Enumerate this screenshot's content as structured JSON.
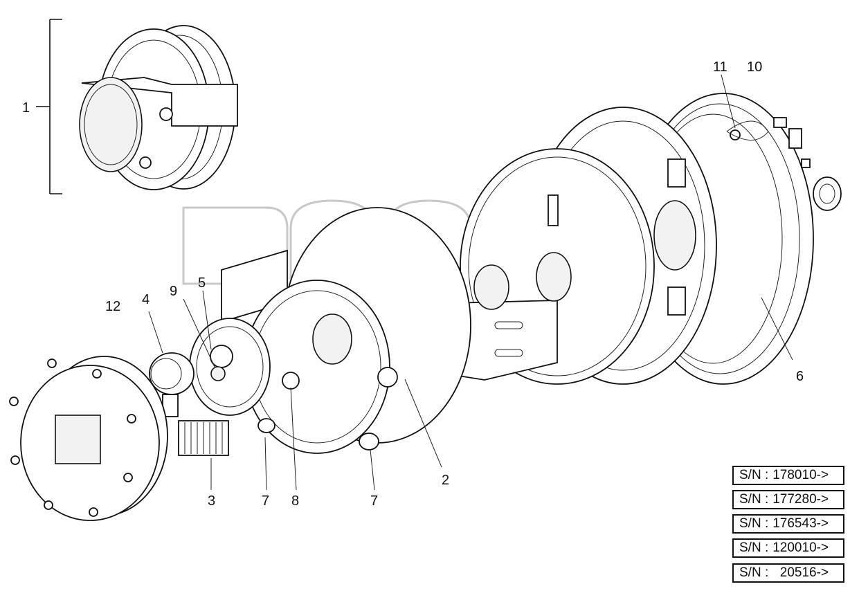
{
  "diagram": {
    "labels": {
      "p1": "1",
      "p2": "2",
      "p3": "3",
      "p4": "4",
      "p5": "5",
      "p6": "6",
      "p7a": "7",
      "p7b": "7",
      "p8": "8",
      "p9": "9",
      "p10": "10",
      "p11": "11",
      "p12": "12"
    },
    "watermark": "TM",
    "serial_numbers": [
      {
        "prefix": "S/N :",
        "value": "178010->"
      },
      {
        "prefix": "S/N :",
        "value": "177280->"
      },
      {
        "prefix": "S/N :",
        "value": "176543->"
      },
      {
        "prefix": "S/N :",
        "value": "120010->"
      },
      {
        "prefix": "S/N :",
        "value": "  20516->"
      }
    ],
    "colors": {
      "line": "#111111",
      "watermark": "#c8c8c8",
      "background": "#ffffff"
    }
  }
}
